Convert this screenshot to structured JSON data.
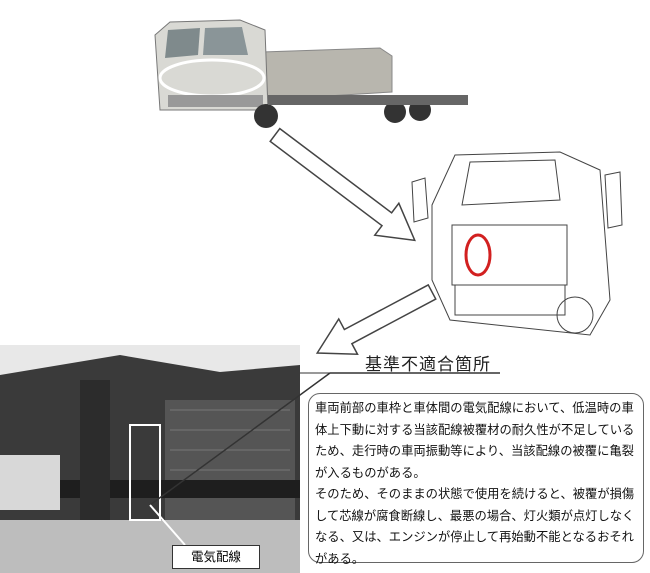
{
  "heading": "基準不適合箇所",
  "description": {
    "paragraph1": "車両前部の車枠と車体間の電気配線において、低温時の車体上下動に対する当該配線被覆材の耐久性が不足しているため、走行時の車両振動等により、当該配線の被覆に亀裂が入るものがある。",
    "paragraph2": "そのため、そのままの状態で使用を続けると、被覆が損傷して芯線が腐食断線し、最悪の場合、灯火類が点灯しなくなる、又は、エンジンが停止して再始動不能となるおそれがある。"
  },
  "wire_label": "電気配線",
  "colors": {
    "highlight": "#d22020",
    "photo_dark": "#2a2a2a"
  }
}
